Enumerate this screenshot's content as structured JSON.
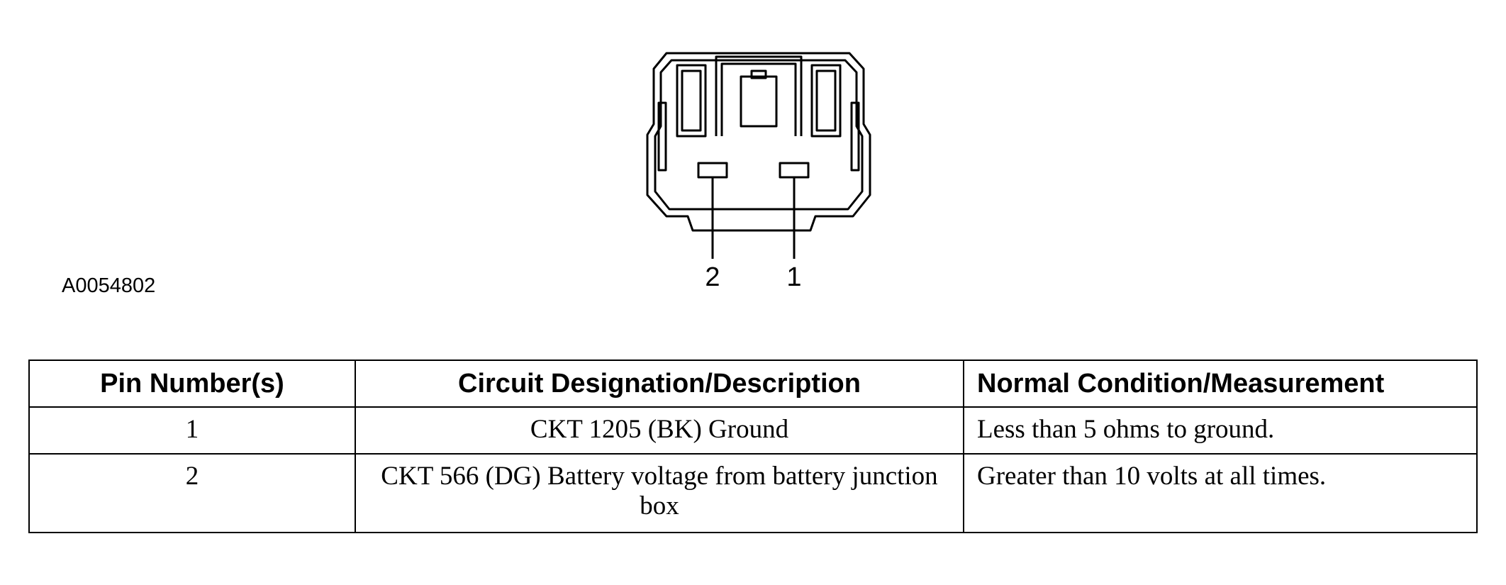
{
  "figure": {
    "id": "A0054802",
    "pin_labels": [
      "2",
      "1"
    ]
  },
  "table": {
    "headers": [
      "Pin Number(s)",
      "Circuit Designation/Description",
      "Normal Condition/Measurement"
    ],
    "rows": [
      {
        "pin": "1",
        "circuit": "CKT 1205 (BK) Ground",
        "condition": "Less than 5 ohms to ground."
      },
      {
        "pin": "2",
        "circuit": "CKT 566 (DG) Battery voltage from battery junction box",
        "condition": "Greater than 10 volts at all times."
      }
    ]
  }
}
